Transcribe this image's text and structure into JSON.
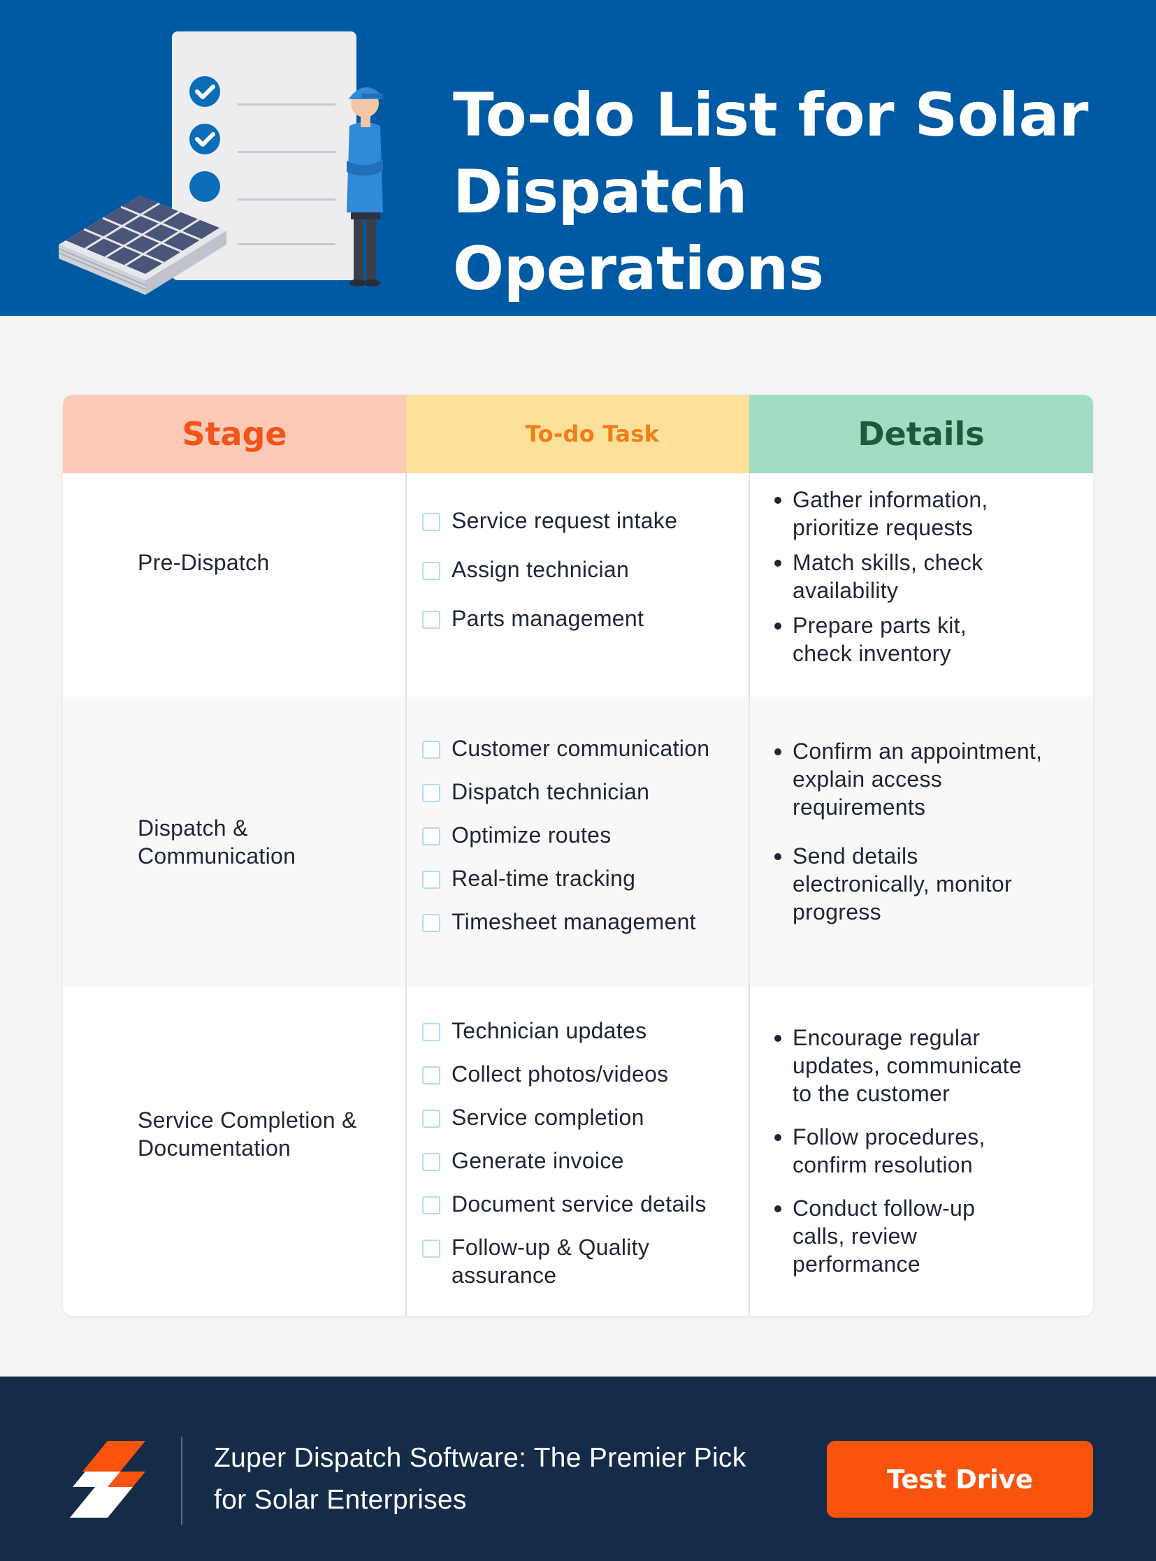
{
  "header": {
    "title_line1": "To-do List for Solar",
    "title_line2": "Dispatch Operations",
    "illustration_icons": [
      "checklist-clipboard-icon",
      "solar-panel-stack-icon",
      "technician-figure-icon"
    ]
  },
  "table": {
    "columns": {
      "stage": "Stage",
      "task": "To-do Task",
      "details": "Details"
    },
    "rows": [
      {
        "stage": [
          "Pre-Dispatch"
        ],
        "tasks": [
          [
            "Service request intake"
          ],
          [
            "Assign technician"
          ],
          [
            "Parts management"
          ]
        ],
        "details": [
          [
            "Gather information,",
            "prioritize requests"
          ],
          [
            "Match skills, check",
            "availability"
          ],
          [
            "Prepare parts kit,",
            "check inventory"
          ]
        ]
      },
      {
        "stage": [
          "Dispatch &",
          "Communication"
        ],
        "tasks": [
          [
            "Customer communication"
          ],
          [
            "Dispatch technician"
          ],
          [
            "Optimize routes"
          ],
          [
            "Real-time tracking"
          ],
          [
            "Timesheet management"
          ]
        ],
        "details": [
          [
            "Confirm an appointment,",
            "explain access",
            "requirements"
          ],
          [
            "Send details",
            "electronically, monitor",
            "progress"
          ]
        ]
      },
      {
        "stage": [
          "Service Completion &",
          "Documentation"
        ],
        "tasks": [
          [
            "Technician updates"
          ],
          [
            "Collect photos/videos"
          ],
          [
            "Service completion"
          ],
          [
            "Generate invoice"
          ],
          [
            "Document service details"
          ],
          [
            "Follow-up & Quality",
            "assurance"
          ]
        ],
        "details": [
          [
            "Encourage regular",
            "updates, communicate",
            "to the customer"
          ],
          [
            "Follow procedures,",
            "confirm resolution"
          ],
          [
            "Conduct follow-up",
            "calls, review",
            "performance"
          ]
        ]
      }
    ]
  },
  "footer": {
    "logo_icon": "zuper-logo-icon",
    "tagline_line1": "Zuper Dispatch Software: The Premier Pick",
    "tagline_line2": "for Solar Enterprises",
    "cta_label": "Test Drive"
  },
  "colors": {
    "header_bg": "#005aa3",
    "stage_header_bg": "#fdcab8",
    "stage_header_text": "#f2541b",
    "task_header_bg": "#fde09a",
    "task_header_text": "#f07f1b",
    "details_header_bg": "#a2dcc2",
    "details_header_text": "#1c5a3a",
    "footer_bg": "#142c48",
    "cta_bg": "#f9530d"
  }
}
